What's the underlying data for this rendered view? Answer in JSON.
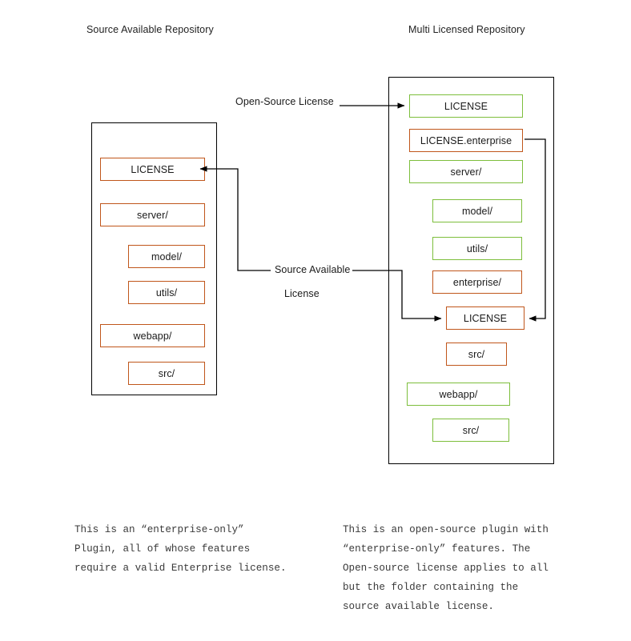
{
  "headings": {
    "left": "Source Available Repository",
    "right": "Multi Licensed Repository"
  },
  "colors": {
    "orange": "#C0561B",
    "green": "#7DBE3C",
    "container": "#000000",
    "arrow": "#000000",
    "caption_text": "#3a3a3a"
  },
  "connectors": {
    "open_source_license": "Open-Source License",
    "source_available_line1": "Source Available",
    "source_available_line2": "License"
  },
  "left_repo": {
    "name": "Source Available Repository",
    "nodes": [
      {
        "label": "LICENSE",
        "color": "orange",
        "indent": 0
      },
      {
        "label": "server/",
        "color": "orange",
        "indent": 0
      },
      {
        "label": "model/",
        "color": "orange",
        "indent": 1
      },
      {
        "label": "utils/",
        "color": "orange",
        "indent": 1
      },
      {
        "label": "webapp/",
        "color": "orange",
        "indent": 0
      },
      {
        "label": "src/",
        "color": "orange",
        "indent": 1
      }
    ]
  },
  "right_repo": {
    "name": "Multi Licensed Repository",
    "nodes": [
      {
        "label": "LICENSE",
        "color": "green",
        "indent": 0
      },
      {
        "label": "LICENSE.enterprise",
        "color": "orange",
        "indent": 0
      },
      {
        "label": "server/",
        "color": "green",
        "indent": 0
      },
      {
        "label": "model/",
        "color": "green",
        "indent": 1
      },
      {
        "label": "utils/",
        "color": "green",
        "indent": 1
      },
      {
        "label": "enterprise/",
        "color": "orange",
        "indent": 1
      },
      {
        "label": "LICENSE",
        "color": "orange",
        "indent": 2
      },
      {
        "label": "src/",
        "color": "orange",
        "indent": 2
      },
      {
        "label": "webapp/",
        "color": "green",
        "indent": 0
      },
      {
        "label": "src/",
        "color": "green",
        "indent": 1
      }
    ]
  },
  "captions": {
    "left": "This is an “enterprise-only”\nPlugin, all of whose features\nrequire a valid Enterprise license.",
    "right": "This is an open-source plugin with\n“enterprise-only” features. The\nOpen-source license applies to all\nbut the folder containing the\nsource available license."
  }
}
